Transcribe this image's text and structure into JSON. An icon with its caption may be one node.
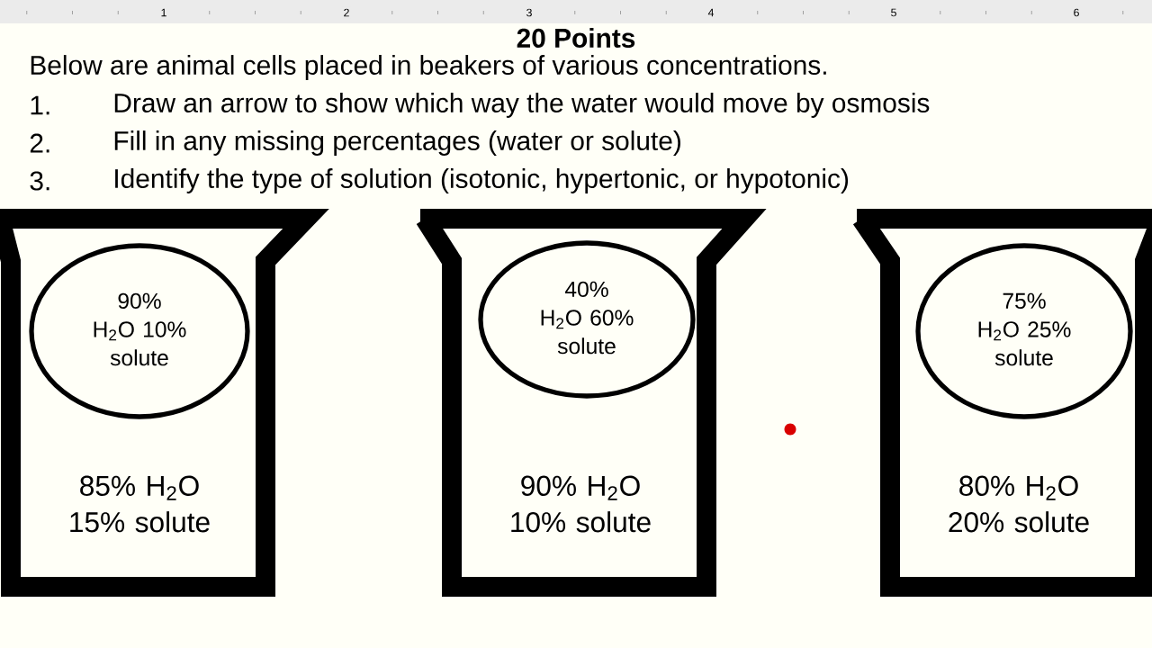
{
  "diagram": {
    "title": "20 Points",
    "nodes": [
      {
        "text": [
          "85% H$_{2}$O 15% solute"
        ]
      },
      {
        "text": [
          "90% H$_{2}$O 10% solute"
        ],
        "in": 0
      },
      {
        "text": [
          "90% H$_{2}$O 10% solute"
        ]
      },
      {
        "text": [
          "40% H$_{2}$O 60% solute"
        ],
        "in": 2
      },
      {
        "text": [
          "80% H$_{2}$O 20% solute"
        ]
      },
      {
        "text": [
          "75% H$_{2}$O 25% solute"
        ],
        "in": 4
      }
    ],
    "labels": [
      "1",
      "2",
      "3",
      "4",
      "5",
      "6",
      "Below are animal cells placed in beakers of various concentrations.",
      "1.",
      "Draw an arrow to show which way the water would move by osmosis",
      "2.",
      "Fill in any missing percentages (water or solute)",
      "3.",
      "Identify the type of solution (isotonic, hypertonic, or hypotonic)"
    ]
  }
}
